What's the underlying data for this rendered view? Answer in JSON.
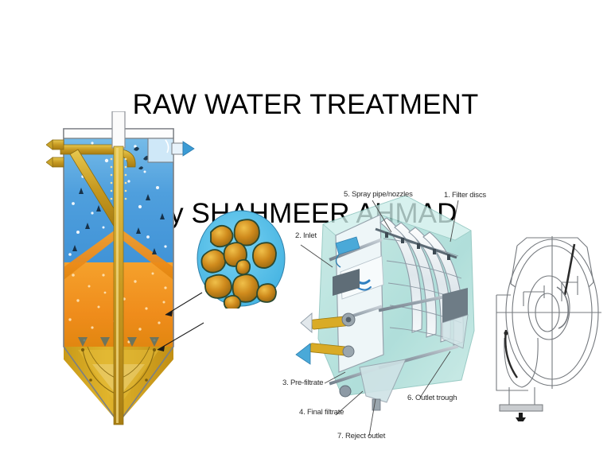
{
  "slide": {
    "background_color": "#ffffff",
    "title": {
      "line1": "RAW WATER TREATMENT",
      "line2": "by SHAHMEER AHMAD",
      "color": "#000000"
    }
  },
  "figures": {
    "clarifier": {
      "name": "sludge-blanket-clarifier-cutaway",
      "water_color": "#5ba8e0",
      "sludge_color": "#f0901f",
      "hopper_color": "#d9a41b",
      "pipe_color": "#c59a22",
      "outlet_arrow_color": "#3b9bd4"
    },
    "floc_detail": {
      "name": "floc-particle-magnified-detail",
      "circle_color": "#56bde8",
      "particle_color": "#d8941f",
      "particle_outline": "#2f4a30"
    },
    "disc_filter": {
      "name": "rotary-disc-filter-cutaway",
      "shroud_color": "#a8ddd8",
      "frame_color": "#8d9aa5",
      "disc_color": "#e8eef2",
      "inlet_arrow_color": "#3b9bd4",
      "filtrate_pipe_color": "#d2a521"
    },
    "side_schematic": {
      "name": "disc-filter-side-elevation-drawing",
      "line_color": "#6f7479",
      "base_color": "#c9cccf",
      "arrow_color": "#1a1a1a"
    }
  },
  "callouts": [
    {
      "id": "spray",
      "text": "5. Spray pipe/nozzles"
    },
    {
      "id": "discs",
      "text": "1. Filter discs"
    },
    {
      "id": "inlet",
      "text": "2. Inlet"
    },
    {
      "id": "prefiltrate",
      "text": "3. Pre-filtrate"
    },
    {
      "id": "finalfiltrate",
      "text": "4. Final filtrate"
    },
    {
      "id": "outlettrough",
      "text": "6. Outlet trough"
    },
    {
      "id": "rejectoutlet",
      "text": "7. Reject outlet"
    }
  ]
}
